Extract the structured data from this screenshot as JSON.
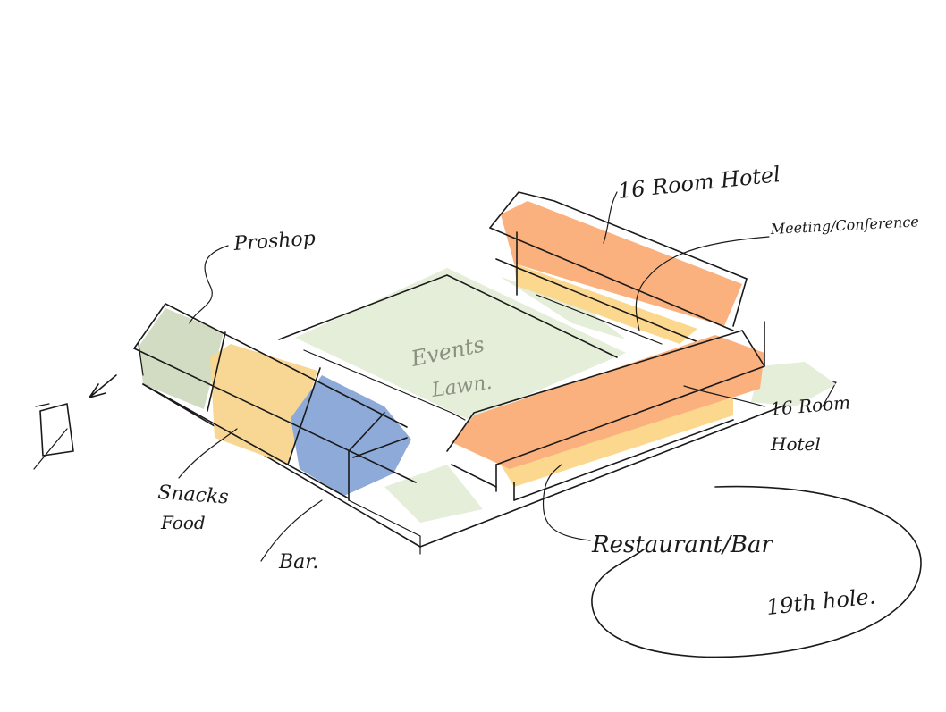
{
  "labels": {
    "proshop": "Proshop",
    "events_lawn_line1": "Events",
    "events_lawn_line2": "Lawn.",
    "hotel_upper": "16 Room Hotel",
    "meeting_conference": "Meeting/Conference",
    "hotel_lower_line1": "16 Room",
    "hotel_lower_line2": "Hotel",
    "snacks_line1": "Snacks",
    "snacks_line2": "Food",
    "bar": "Bar.",
    "restaurant_bar": "Restaurant/Bar",
    "nineteenth_hole": "19th hole."
  },
  "colors": {
    "proshop_fill": "#d2dcc3",
    "snacks_fill": "#f8d794",
    "bar_fill": "#8eaad8",
    "lawn_fill": "#e5eed8",
    "hotel_fill": "#fbb17e",
    "hotel_edge_fill": "#fcd88f"
  }
}
